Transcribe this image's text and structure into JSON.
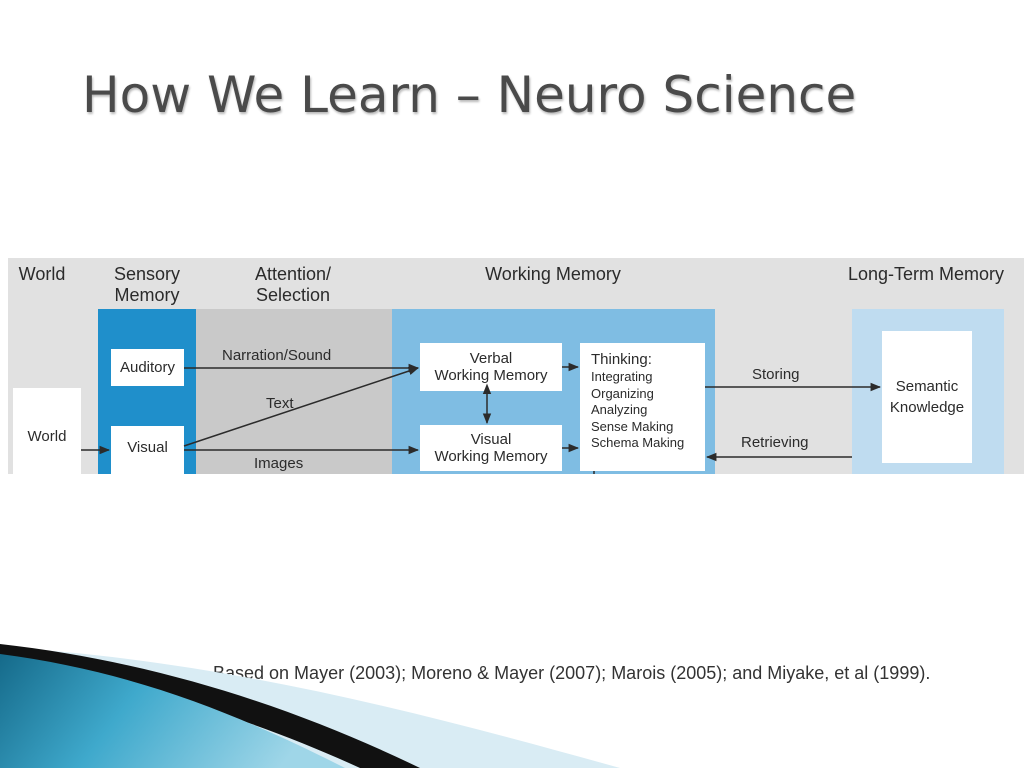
{
  "slide": {
    "title": "How We Learn – Neuro Science",
    "citation": "Based on Mayer (2003); Moreno & Mayer (2007); Marois (2005); and Miyake, et al (1999)."
  },
  "diagram": {
    "headers": {
      "world": "World",
      "sensory": "Sensory\nMemory",
      "attention": "Attention/\nSelection",
      "working": "Working Memory",
      "longterm": "Long-Term Memory"
    },
    "boxes": {
      "world": "World",
      "auditory": "Auditory",
      "visual": "Visual",
      "verbal_wm": "Verbal\nWorking Memory",
      "visual_wm": "Visual\nWorking Memory",
      "semantic": "Semantic\nKnowledge"
    },
    "thinking": {
      "heading": "Thinking:",
      "items": [
        "Integrating",
        "Organizing",
        "Analyzing",
        "Sense Making",
        "Schema Making"
      ]
    },
    "edges": {
      "narration": "Narration/Sound",
      "text": "Text",
      "images": "Images",
      "storing": "Storing",
      "retrieving": "Retrieving"
    },
    "colors": {
      "background": "#e1e1e1",
      "sensory_band": "#1f8fcb",
      "attention_band": "#c9c9c9",
      "working_band": "#7fbde3",
      "longterm_band": "#bfdcf0"
    }
  }
}
